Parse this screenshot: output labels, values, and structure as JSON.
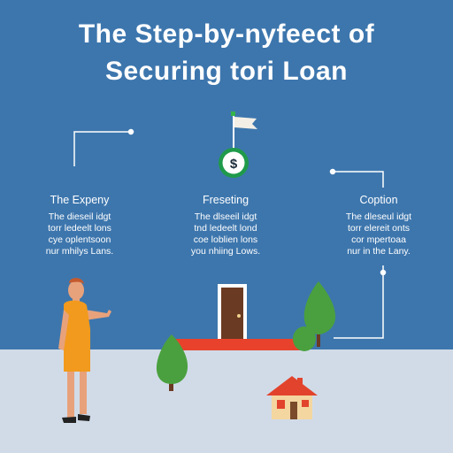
{
  "title": {
    "line1": "The Step-by-nyfeect  of",
    "line2": "Securing tori Loan"
  },
  "columns": [
    {
      "heading": "The Expeny",
      "lines": [
        "The dieseil idgt",
        "torr ledeelt lons",
        "cye oplentsoon",
        "nur mhilys Lans."
      ]
    },
    {
      "heading": "Freseting",
      "lines": [
        "The dlseeil idgt",
        "tnd ledeelt lond",
        "coe loblien lons",
        "you nhiing Lows."
      ]
    },
    {
      "heading": "Coption",
      "lines": [
        "The dleseul idgt",
        "torr elereit onts",
        "cor mpertoaa",
        "nur in the Lany."
      ]
    }
  ],
  "icons": {
    "coin_symbol": "$",
    "coin": "dollar-coin-icon",
    "flag": "flag-icon"
  },
  "colors": {
    "background": "#3d76ad",
    "ground": "#d1dbe8",
    "path": "#e9422c",
    "door": "#6b3a22",
    "coin_ring": "#1f9a4a",
    "tree": "#4aa03e",
    "house_roof": "#e2432c",
    "house_wall": "#f4d6a0",
    "person_shirt": "#f19a1d",
    "connector": "#ffffff"
  }
}
